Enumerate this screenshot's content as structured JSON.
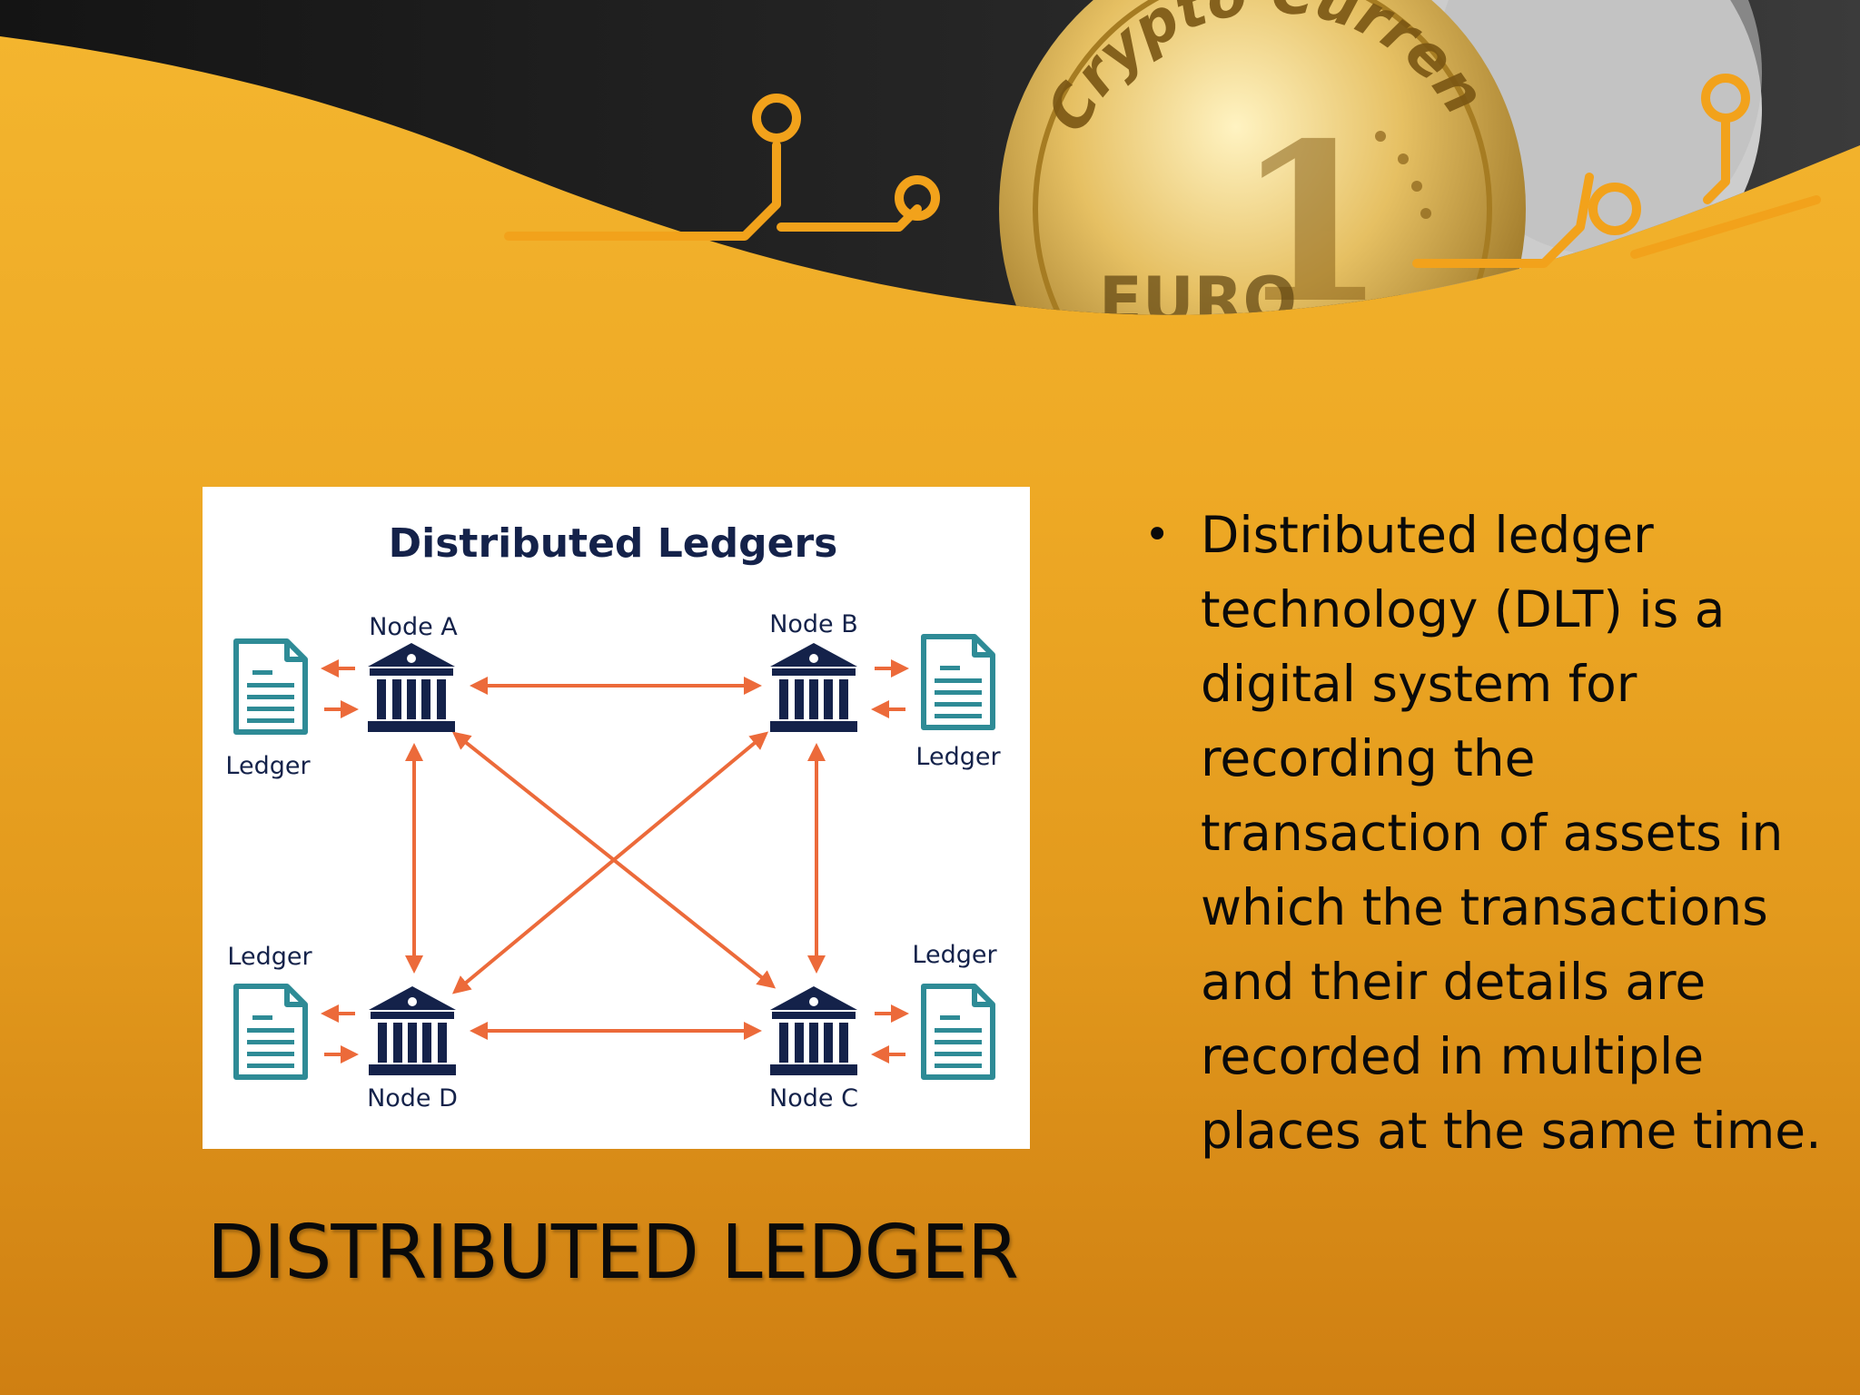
{
  "slide": {
    "caption": "DISTRIBUTED LEDGER",
    "bullet": "Distributed ledger technology (DLT) is a digital system for recording the transaction of assets in which the transactions and their details are recorded in multiple places at the same time.",
    "bullet_marker": "•"
  },
  "banner": {
    "coin_text": "Crypto Currency",
    "coin_value": "1",
    "coin_denomination": "EURO"
  },
  "diagram": {
    "title": "Distributed Ledgers",
    "nodes": [
      "Node A",
      "Node B",
      "Node C",
      "Node D"
    ],
    "ledger_label": "Ledger"
  },
  "colors": {
    "node_navy": "#14224a",
    "ledger_teal": "#2e8b96",
    "arrow_orange": "#ec6a3a",
    "slide_gold": "#eea925"
  }
}
